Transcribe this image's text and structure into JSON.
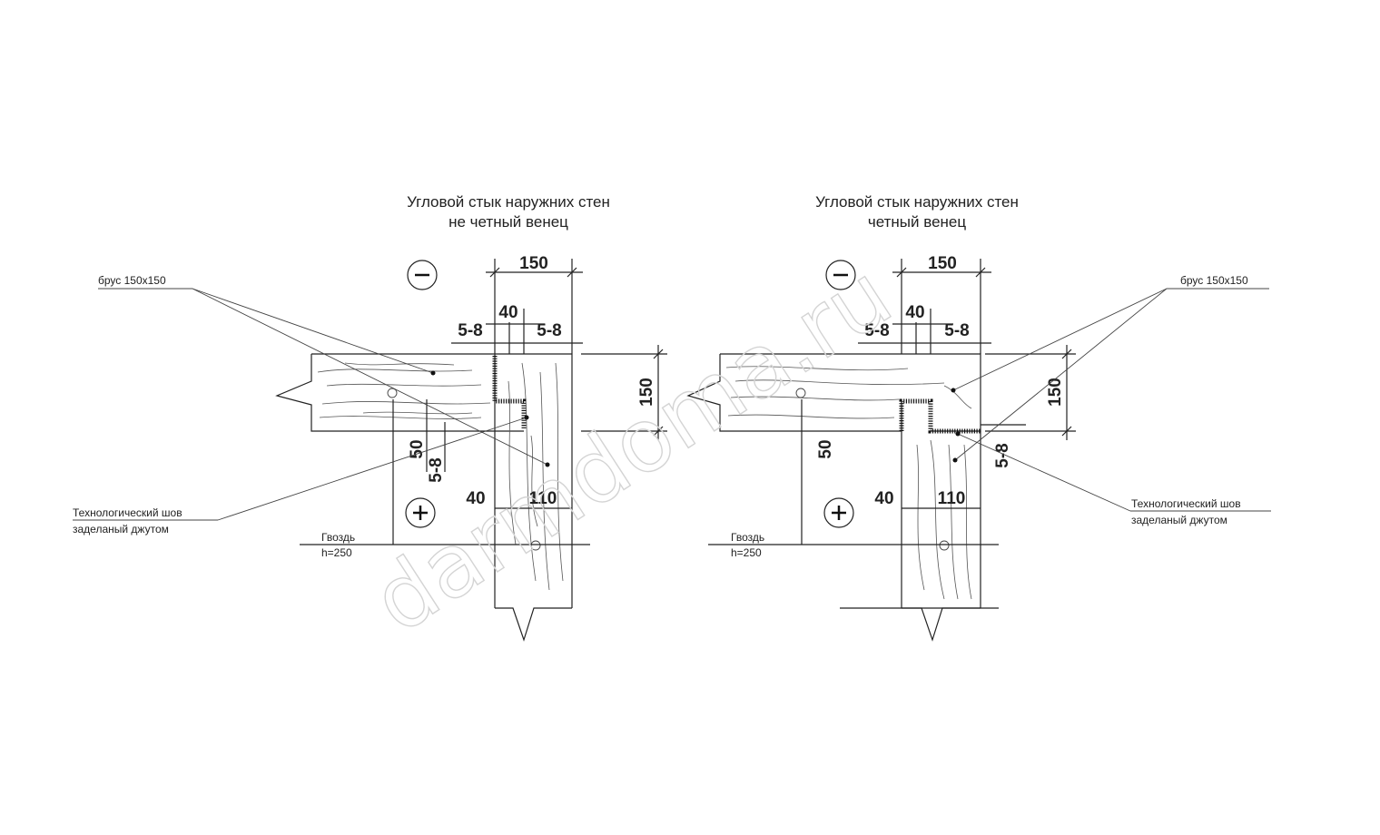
{
  "left": {
    "title_line1": "Угловой стык наружних стен",
    "title_line2": "не четный венец",
    "minus": "−",
    "plus": "+",
    "dim_150_top": "150",
    "dim_40_top": "40",
    "dim_58_a": "5-8",
    "dim_58_b": "5-8",
    "dim_150_side": "150",
    "dim_50": "50",
    "dim_58_v": "5-8",
    "dim_40_bot": "40",
    "dim_110": "110",
    "label_brus": "брус 150х150",
    "label_seam_1": "Технологический шов",
    "label_seam_2": "заделаный джутом",
    "label_nail_1": "Гвоздь",
    "label_nail_2": "h=250"
  },
  "right": {
    "title_line1": "Угловой стык наружних стен",
    "title_line2": "четный венец",
    "minus": "−",
    "plus": "+",
    "dim_150_top": "150",
    "dim_40_top": "40",
    "dim_58_a": "5-8",
    "dim_58_b": "5-8",
    "dim_150_side": "150",
    "dim_50": "50",
    "dim_58_v": "5-8",
    "dim_40_bot": "40",
    "dim_110": "110",
    "label_brus": "брус 150х150",
    "label_seam_1": "Технологический шов",
    "label_seam_2": "заделаный джутом",
    "label_nail_1": "Гвоздь",
    "label_nail_2": "h=250"
  },
  "watermark": "darmdoma.ru"
}
